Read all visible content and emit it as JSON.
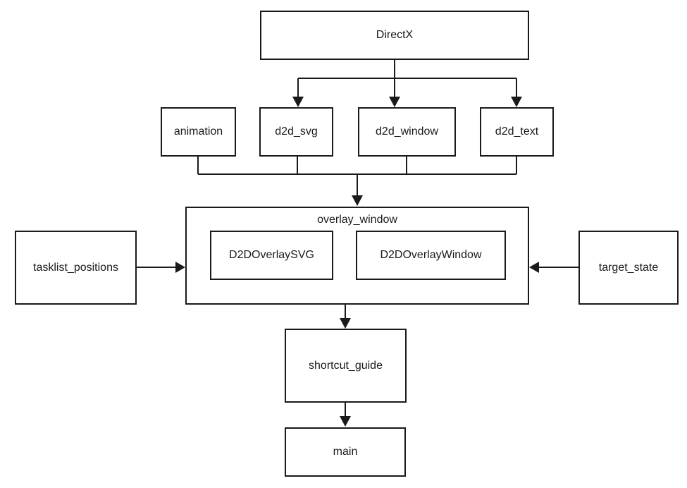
{
  "diagram": {
    "nodes": {
      "directx": {
        "label": "DirectX"
      },
      "animation": {
        "label": "animation"
      },
      "d2d_svg": {
        "label": "d2d_svg"
      },
      "d2d_window": {
        "label": "d2d_window"
      },
      "d2d_text": {
        "label": "d2d_text"
      },
      "overlay_window": {
        "label": "overlay_window"
      },
      "d2d_overlay_svg": {
        "label": "D2DOverlaySVG"
      },
      "d2d_overlay_window": {
        "label": "D2DOverlayWindow"
      },
      "tasklist_positions": {
        "label": "tasklist_positions"
      },
      "target_state": {
        "label": "target_state"
      },
      "shortcut_guide": {
        "label": "shortcut_guide"
      },
      "main": {
        "label": "main"
      }
    },
    "edges": [
      {
        "from": "directx",
        "to": "d2d_svg"
      },
      {
        "from": "directx",
        "to": "d2d_window"
      },
      {
        "from": "directx",
        "to": "d2d_text"
      },
      {
        "from": "animation",
        "to": "overlay_window"
      },
      {
        "from": "d2d_svg",
        "to": "overlay_window"
      },
      {
        "from": "d2d_window",
        "to": "overlay_window"
      },
      {
        "from": "d2d_text",
        "to": "overlay_window"
      },
      {
        "from": "tasklist_positions",
        "to": "overlay_window"
      },
      {
        "from": "target_state",
        "to": "overlay_window"
      },
      {
        "from": "overlay_window",
        "to": "shortcut_guide"
      },
      {
        "from": "shortcut_guide",
        "to": "main"
      }
    ],
    "contains": [
      {
        "parent": "overlay_window",
        "children": [
          "d2d_overlay_svg",
          "d2d_overlay_window"
        ]
      }
    ],
    "colors": {
      "stroke": "#1a1a1a",
      "text": "#1a1a1a",
      "node_fill": "#ffffff",
      "background": "#ffffff"
    }
  }
}
